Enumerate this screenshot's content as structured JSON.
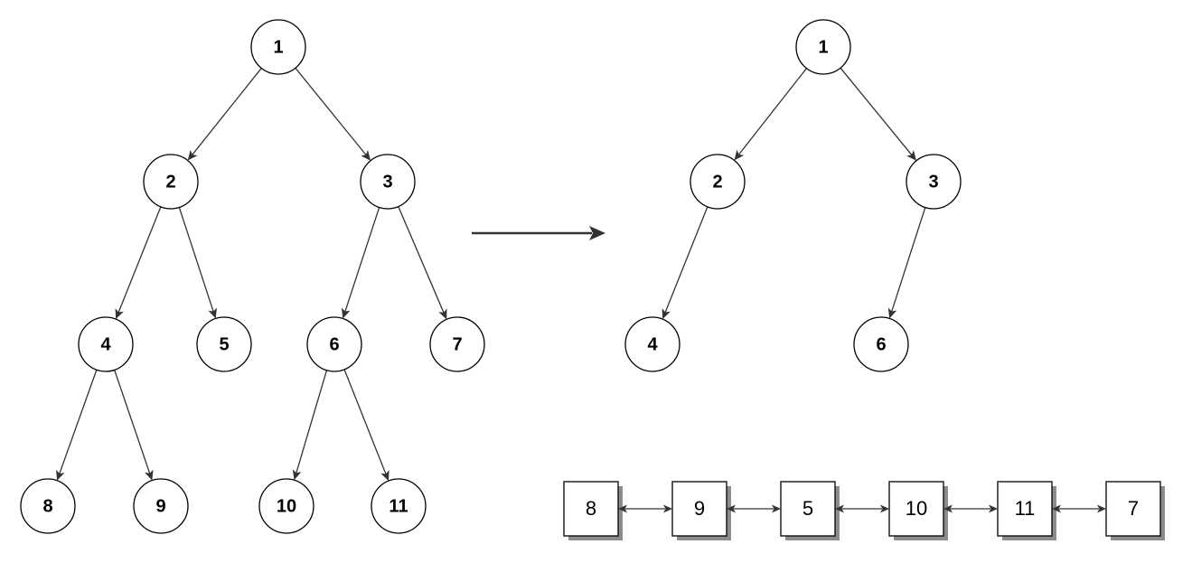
{
  "original_tree": {
    "nodes": [
      {
        "id": "n1",
        "label": "1"
      },
      {
        "id": "n2",
        "label": "2"
      },
      {
        "id": "n3",
        "label": "3"
      },
      {
        "id": "n4",
        "label": "4"
      },
      {
        "id": "n5",
        "label": "5"
      },
      {
        "id": "n6",
        "label": "6"
      },
      {
        "id": "n7",
        "label": "7"
      },
      {
        "id": "n8",
        "label": "8"
      },
      {
        "id": "n9",
        "label": "9"
      },
      {
        "id": "n10",
        "label": "10"
      },
      {
        "id": "n11",
        "label": "11"
      }
    ],
    "edges": [
      {
        "from": "n1",
        "to": "n2"
      },
      {
        "from": "n1",
        "to": "n3"
      },
      {
        "from": "n2",
        "to": "n4"
      },
      {
        "from": "n2",
        "to": "n5"
      },
      {
        "from": "n3",
        "to": "n6"
      },
      {
        "from": "n3",
        "to": "n7"
      },
      {
        "from": "n4",
        "to": "n8"
      },
      {
        "from": "n4",
        "to": "n9"
      },
      {
        "from": "n6",
        "to": "n10"
      },
      {
        "from": "n6",
        "to": "n11"
      }
    ]
  },
  "result_tree": {
    "nodes": [
      {
        "id": "r1",
        "label": "1"
      },
      {
        "id": "r2",
        "label": "2"
      },
      {
        "id": "r3",
        "label": "3"
      },
      {
        "id": "r4",
        "label": "4"
      },
      {
        "id": "r6",
        "label": "6"
      }
    ],
    "edges": [
      {
        "from": "r1",
        "to": "r2"
      },
      {
        "from": "r1",
        "to": "r3"
      },
      {
        "from": "r2",
        "to": "r4"
      },
      {
        "from": "r3",
        "to": "r6"
      }
    ]
  },
  "leaf_list": {
    "items": [
      "8",
      "9",
      "5",
      "10",
      "11",
      "7"
    ],
    "link_style": "bidirectional"
  }
}
